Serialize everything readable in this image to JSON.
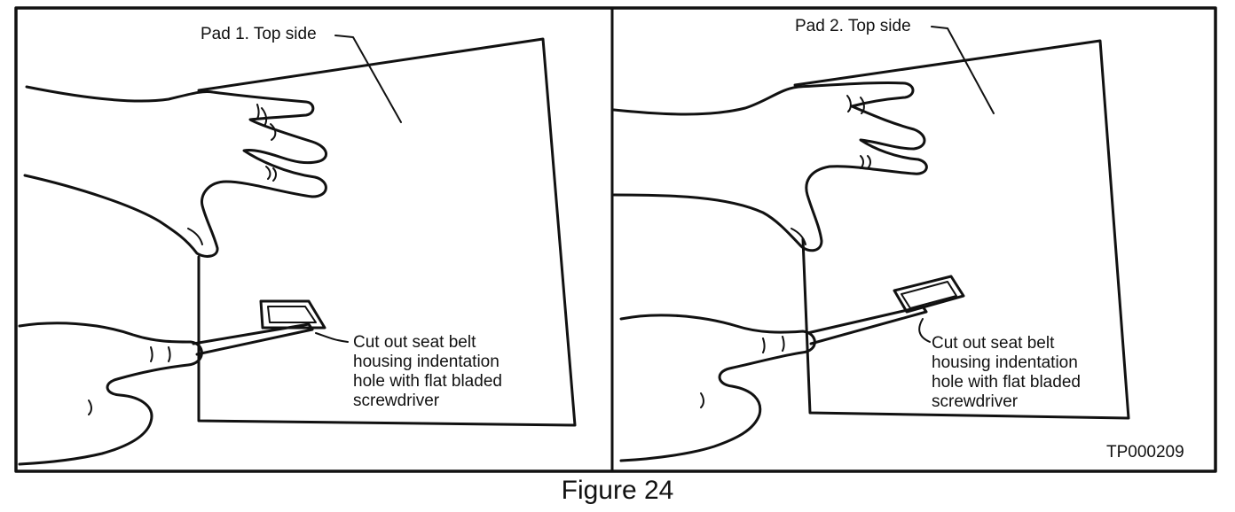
{
  "panels": [
    {
      "pad_label": "Pad 1. Top side",
      "callout_lines": [
        "Cut out seat belt",
        "housing indentation",
        "hole with flat bladed",
        "screwdriver"
      ]
    },
    {
      "pad_label": "Pad 2. Top side",
      "callout_lines": [
        "Cut out seat belt",
        "housing indentation",
        "hole with flat bladed",
        "screwdriver"
      ]
    }
  ],
  "code": "TP000209",
  "caption": "Figure 24",
  "colors": {
    "line": "#111111",
    "background": "#ffffff"
  }
}
